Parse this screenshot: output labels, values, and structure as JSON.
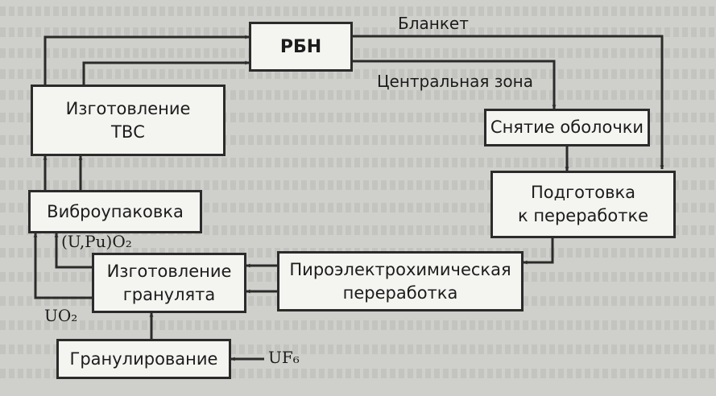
{
  "diagram": {
    "boxes": {
      "rbn": "РБН",
      "tvs": [
        "Изготовление",
        "ТВС"
      ],
      "decladding": "Снятие оболочки",
      "vibro": "Виброупаковка",
      "prep": [
        "Подготовка",
        "к переработке"
      ],
      "granulate": [
        "Изготовление",
        "гранулята"
      ],
      "pyro": [
        "Пироэлектрохимическая",
        "переработка"
      ],
      "granulation": "Гранулирование"
    },
    "labels": {
      "blanket": "Бланкет",
      "central_zone": "Центральная зона",
      "upu": "(U,Pu)O₂",
      "uo2": "UO₂",
      "uf6": "UF₆"
    },
    "colors": {
      "line": "#2b2b2b",
      "box_fill": "#f4f4f1",
      "background": "#cfd0cb"
    }
  }
}
